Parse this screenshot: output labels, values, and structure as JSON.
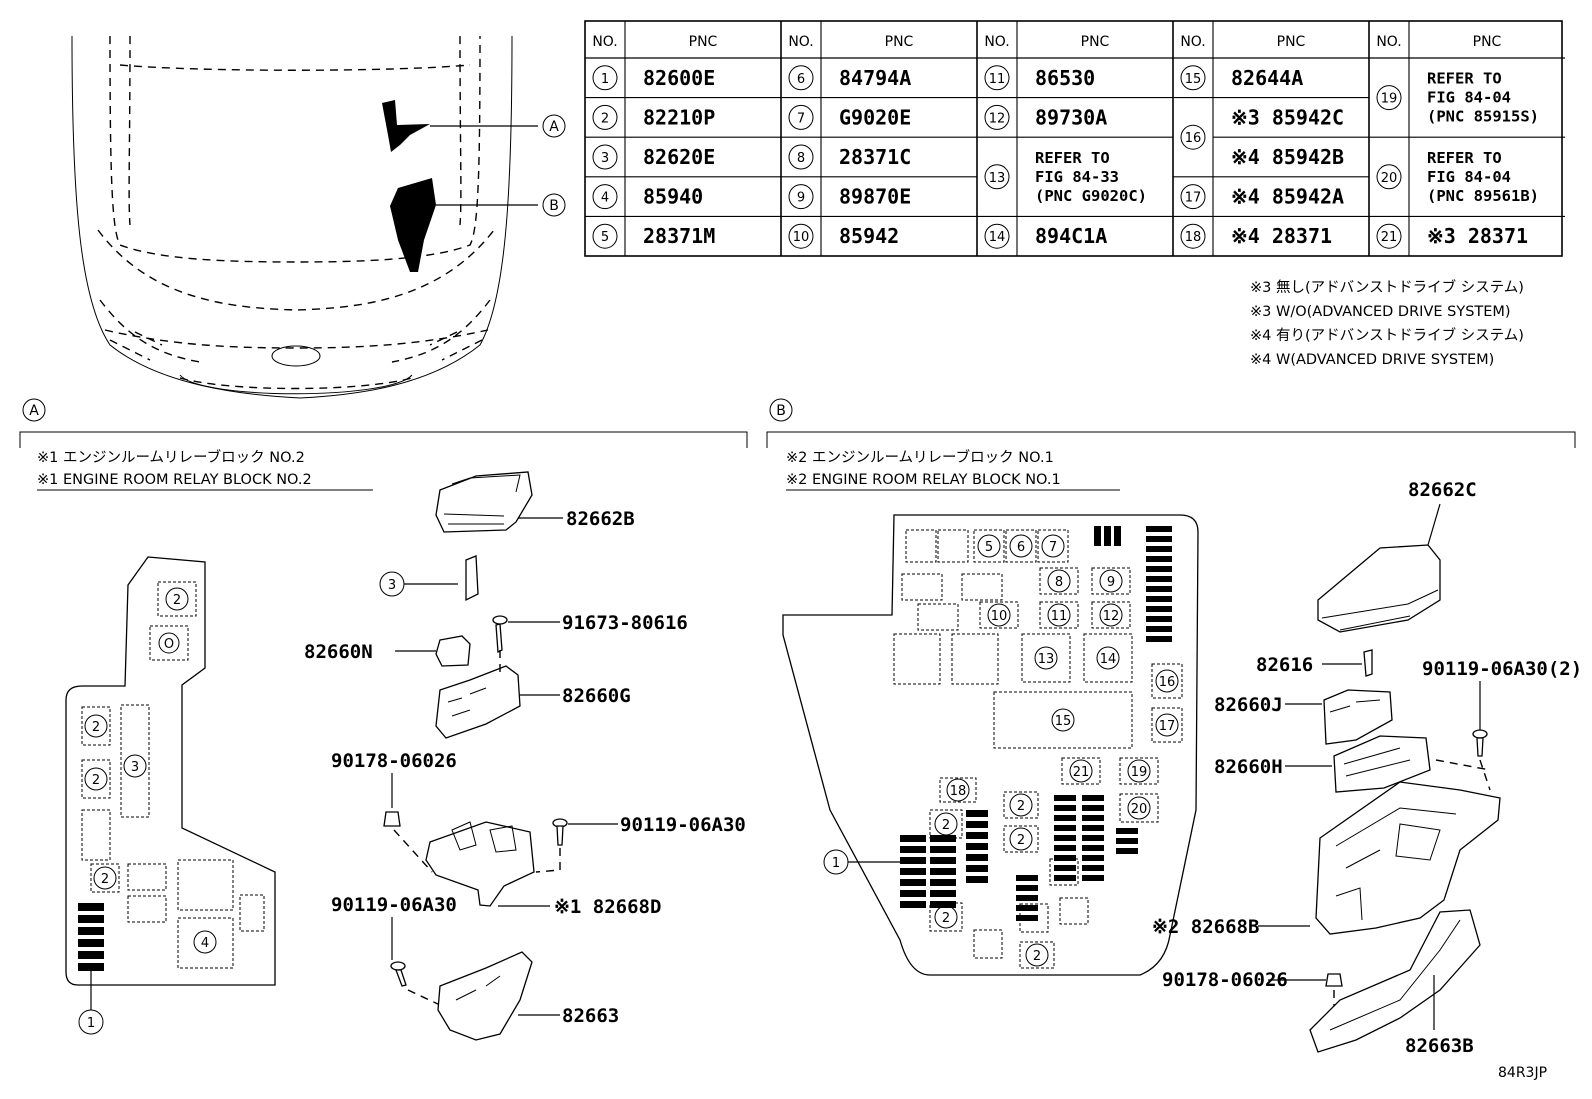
{
  "table": {
    "header_no": "NO.",
    "header_pnc": "PNC",
    "rows": [
      {
        "no": "1",
        "pnc": "82600E"
      },
      {
        "no": "2",
        "pnc": "82210P"
      },
      {
        "no": "3",
        "pnc": "82620E"
      },
      {
        "no": "4",
        "pnc": "85940"
      },
      {
        "no": "5",
        "pnc": "28371M"
      },
      {
        "no": "6",
        "pnc": "84794A"
      },
      {
        "no": "7",
        "pnc": "G9020E"
      },
      {
        "no": "8",
        "pnc": "28371C"
      },
      {
        "no": "9",
        "pnc": "89870E"
      },
      {
        "no": "10",
        "pnc": "85942"
      },
      {
        "no": "11",
        "pnc": "86530"
      },
      {
        "no": "12",
        "pnc": "89730A"
      },
      {
        "no": "13",
        "ref": [
          "REFER TO",
          "FIG 84-33",
          "(PNC G9020C)"
        ]
      },
      {
        "no": "14",
        "pnc": "894C1A"
      },
      {
        "no": "15",
        "pnc": "82644A"
      },
      {
        "no": "16",
        "pnc": "※3 85942C",
        "pnc2": "※4 85942B"
      },
      {
        "no": "17",
        "pnc": "※4 85942A"
      },
      {
        "no": "18",
        "pnc": "※4 28371"
      },
      {
        "no": "19",
        "ref": [
          "REFER TO",
          "FIG 84-04",
          "(PNC 85915S)"
        ]
      },
      {
        "no": "20",
        "ref": [
          "REFER TO",
          "FIG 84-04",
          "(PNC 89561B)"
        ]
      },
      {
        "no": "21",
        "pnc": "※3 28371"
      }
    ]
  },
  "notes": [
    "※3 無し(アドバンストドライブ システム)",
    "※3 W/O(ADVANCED DRIVE SYSTEM)",
    "※4 有り(アドバンストドライブ システム)",
    "※4 W(ADVANCED DRIVE SYSTEM)"
  ],
  "overview": {
    "callout_a": "A",
    "callout_b": "B"
  },
  "section_a": {
    "label": "A",
    "title_jp": "※1 エンジンルームリレーブロック NO.2",
    "title_en": "※1 ENGINE ROOM RELAY BLOCK NO.2",
    "block_slots": [
      "2",
      "2",
      "2",
      "3",
      "2",
      "4"
    ],
    "slot_o": "O",
    "callout_1": "1",
    "callout_3": "3",
    "parts": [
      "82662B",
      "91673-80616",
      "82660N",
      "82660G",
      "90178-06026",
      "90119-06A30",
      "90119-06A30",
      "※1 82668D",
      "82663"
    ]
  },
  "section_b": {
    "label": "B",
    "title_jp": "※2 エンジンルームリレーブロック NO.1",
    "title_en": "※2 ENGINE ROOM RELAY BLOCK NO.1",
    "block_slots": [
      "5",
      "6",
      "7",
      "8",
      "9",
      "10",
      "11",
      "12",
      "13",
      "14",
      "15",
      "16",
      "17",
      "21",
      "19",
      "18",
      "2",
      "2",
      "20",
      "2",
      "2",
      "2"
    ],
    "callout_1": "1",
    "parts": [
      "82662C",
      "82616",
      "90119-06A30(2)",
      "82660J",
      "82660H",
      "※2 82668B",
      "90178-06026",
      "82663B"
    ]
  },
  "figure_code": "84R3JP"
}
